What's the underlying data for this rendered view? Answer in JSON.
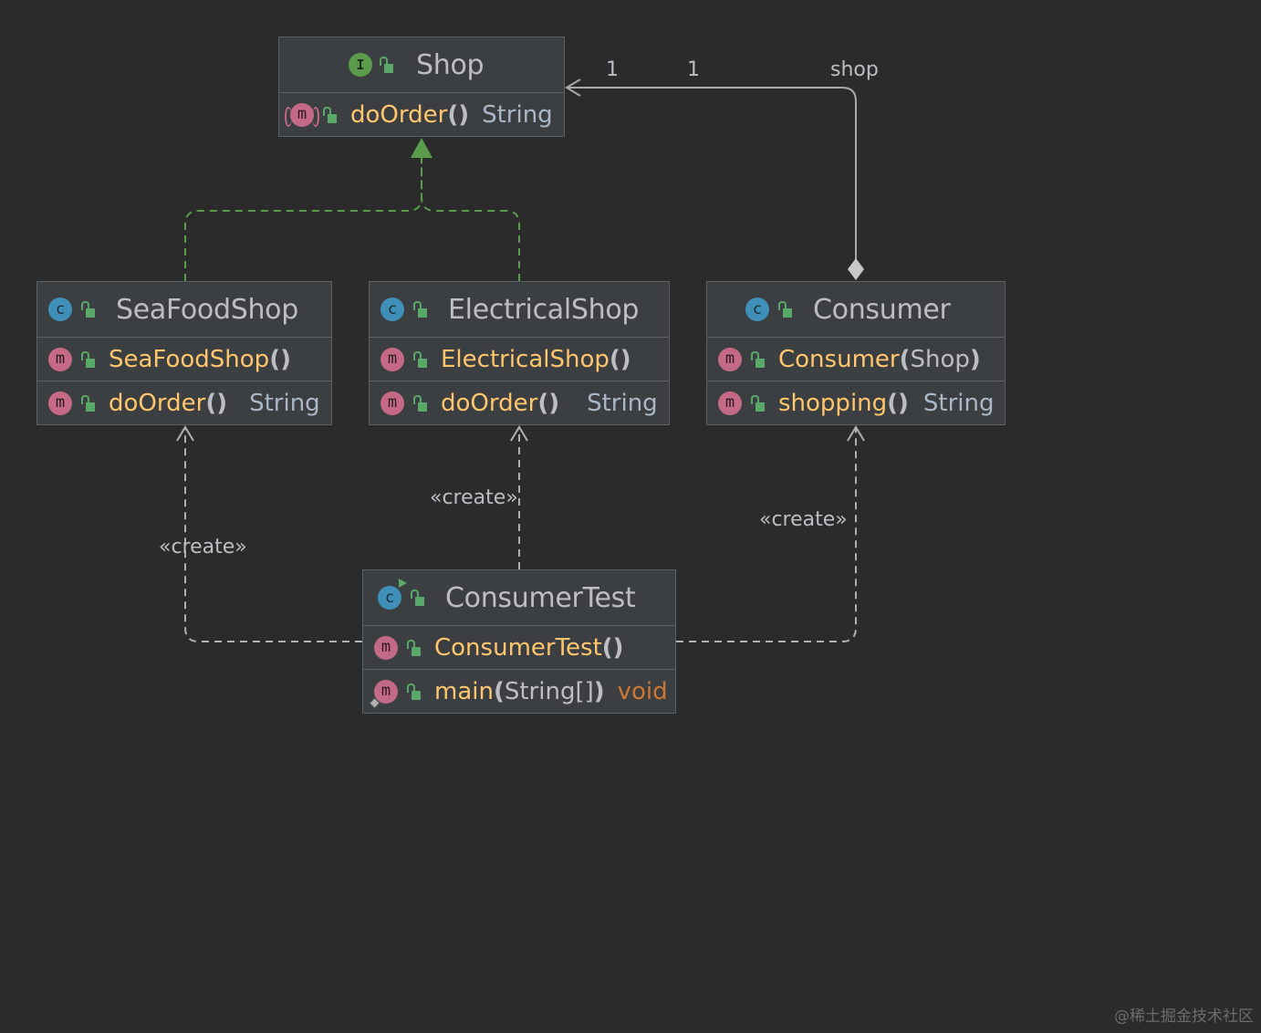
{
  "nodes": {
    "shop": {
      "kind": "interface",
      "title": "Shop",
      "icon": "interface-icon",
      "members": [
        {
          "name": "doOrder",
          "params": "",
          "type": "String",
          "icon": "abstract-method-icon"
        }
      ]
    },
    "seafood": {
      "kind": "class",
      "title": "SeaFoodShop",
      "icon": "class-icon",
      "members": [
        {
          "name": "SeaFoodShop",
          "params": "",
          "type": "",
          "icon": "method-icon"
        },
        {
          "name": "doOrder",
          "params": "",
          "type": "String",
          "icon": "method-icon"
        }
      ]
    },
    "electrical": {
      "kind": "class",
      "title": "ElectricalShop",
      "icon": "class-icon",
      "members": [
        {
          "name": "ElectricalShop",
          "params": "",
          "type": "",
          "icon": "method-icon"
        },
        {
          "name": "doOrder",
          "params": "",
          "type": "String",
          "icon": "method-icon"
        }
      ]
    },
    "consumer": {
      "kind": "class",
      "title": "Consumer",
      "icon": "class-icon",
      "members": [
        {
          "name": "Consumer",
          "params": "Shop",
          "type": "",
          "icon": "method-icon"
        },
        {
          "name": "shopping",
          "params": "",
          "type": "String",
          "icon": "method-icon"
        }
      ]
    },
    "consumertest": {
      "kind": "runnable-class",
      "title": "ConsumerTest",
      "icon": "runnable-class-icon",
      "members": [
        {
          "name": "ConsumerTest",
          "params": "",
          "type": "",
          "icon": "method-icon"
        },
        {
          "name": "main",
          "params": "String[]",
          "type": "void",
          "icon": "static-method-icon"
        }
      ]
    }
  },
  "edges": {
    "association_multiplicity_target": "1",
    "association_multiplicity_source": "1",
    "association_role": "shop",
    "create_stereotype": "«create»"
  },
  "colors": {
    "background": "#2b2b2b",
    "node_fill": "#3c3f41",
    "realization": "#5b9b4c",
    "association": "#a9a9a9",
    "dependency": "#b0b0b0",
    "method_name": "#ffc66d"
  },
  "watermark": "@稀土掘金技术社区"
}
